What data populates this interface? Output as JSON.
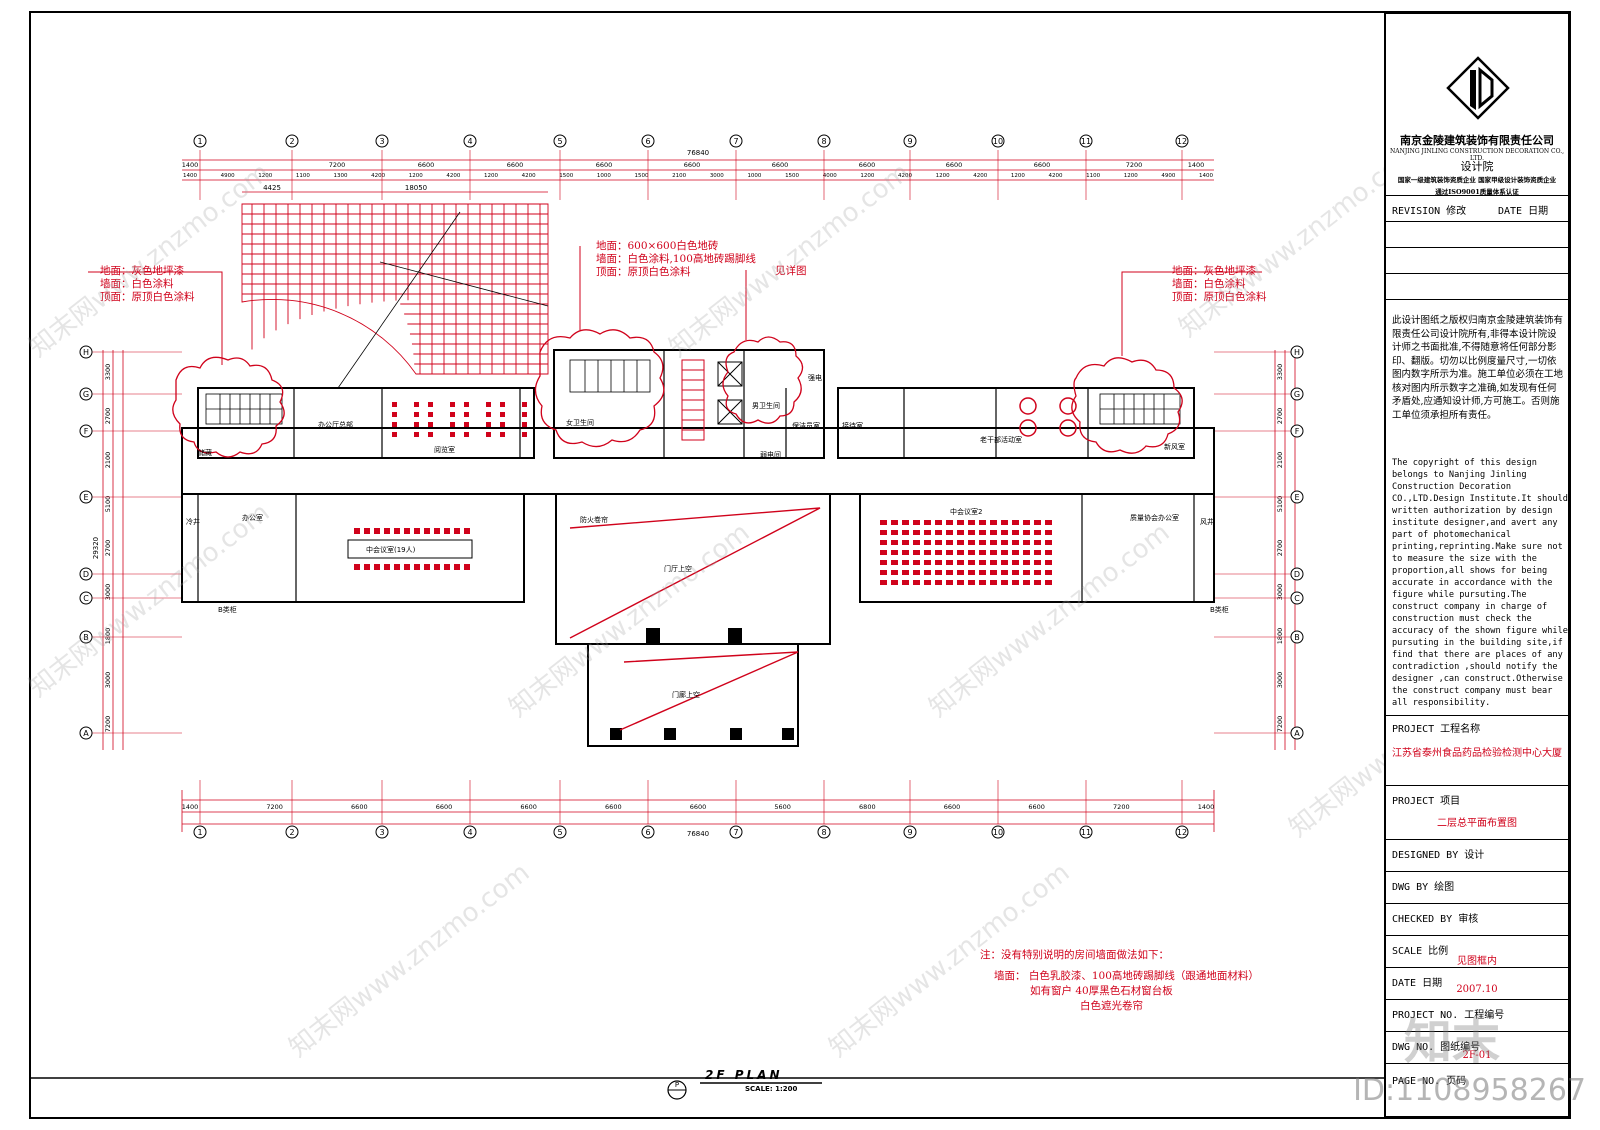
{
  "company": {
    "name_cn": "南京金陵建筑装饰有限责任公司",
    "name_en": "NANJING JINLING CONSTRUCTION DECORATION CO., LTD.",
    "institute": "设计院",
    "qual_line1": "国家一级建筑装饰资质企业  国家甲级设计装饰资质企业",
    "qual_line2": "通过ISO9001质量体系认证"
  },
  "title_block": {
    "revision": "REVISION 修改",
    "date_hdr": "DATE 日期",
    "notice_cn": "此设计图纸之版权归南京金陵建筑装饰有限责任公司设计院所有,非得本设计院设计师之书面批准,不得随意将任何部分影印、翻版。切勿以比例度量尺寸,一切依图内数字所示为准。施工单位必须在工地核对图内所示数字之准确,如发现有任何矛盾处,应通知设计师,方可施工。否则施工单位须承担所有责任。",
    "notice_en": "The copyright of this design belongs to Nanjing Jinling Construction Decoration CO.,LTD.Design Institute.It should written authorization by design institute designer,and avert any part of photomechanical printing,reprinting.Make sure not to measure the size with the proportion,all shows for being accurate in accordance with the figure while pursuting.The construct company in charge of construction must check the accuracy of the shown figure while pursuting in the building site,if find that there are places of any contradiction ,should notify the designer ,can construct.Otherwise the construct company must bear all responsibility.",
    "project_label": "PROJECT 工程名称",
    "project_name": "江苏省泰州食品药品检验检测中心大厦",
    "item_label": "PROJECT 项目",
    "item_name": "二层总平面布置图",
    "designed": "DESIGNED BY 设计",
    "drawn": "DWG BY 绘图",
    "checked": "CHECKED BY 审核",
    "scale_label": "SCALE 比例",
    "scale_value": "见图框内",
    "date_label": "DATE 日期",
    "date_value": "2007.10",
    "projno_label": "PROJECT NO. 工程编号",
    "dwgno_label": "DWG NO. 图纸编号",
    "dwgno_value": "2F-01",
    "page_label": "PAGE NO. 页码"
  },
  "plan": {
    "title": "2F  PLAN",
    "scale": "SCALE: 1:200",
    "badge": "P",
    "total_dim": "76840",
    "grid_cols": [
      "1",
      "2",
      "3",
      "4",
      "5",
      "6",
      "7",
      "8",
      "9",
      "10",
      "11",
      "12"
    ],
    "grid_rows": [
      "H",
      "G",
      "F",
      "E",
      "D",
      "C",
      "B",
      "A"
    ],
    "top_dims": [
      "1400",
      "7200",
      "6600",
      "6600",
      "6600",
      "6600",
      "6600",
      "6600",
      "6600",
      "6600",
      "7200",
      "1400"
    ],
    "top_sub": [
      "1400",
      "4900",
      "1200",
      "1100",
      "1300",
      "4200",
      "1200",
      "4200",
      "1200",
      "4200",
      "1500",
      "1000",
      "1500",
      "2100",
      "3000",
      "1000",
      "1500",
      "4000",
      "1200",
      "4200",
      "1200",
      "4200",
      "1200",
      "4200",
      "1100",
      "1200",
      "4900",
      "1400"
    ],
    "bot_dims": [
      "1400",
      "7200",
      "6600",
      "6600",
      "6600",
      "6600",
      "6600",
      "5600",
      "6800",
      "6600",
      "6600",
      "7200",
      "1400"
    ],
    "top_mid_dim": "18050",
    "top_left_dim": "4425",
    "total_height": "29320",
    "left_dims": [
      "3300",
      "2700",
      "2100",
      "5100",
      "2700",
      "3000",
      "1800",
      "3000",
      "7200"
    ]
  },
  "annotations": {
    "left": [
      "地面：灰色地坪漆",
      "墙面：白色涂料",
      "顶面：原顶白色涂料"
    ],
    "center": [
      "地面：600×600白色地砖",
      "墙面：白色涂料,100高地砖踢脚线",
      "顶面：原顶白色涂料"
    ],
    "detail": "见详图",
    "right": [
      "地面：灰色地坪漆",
      "墙面：白色涂料",
      "顶面：原顶白色涂料"
    ],
    "bottom_title": "注：没有特别说明的房间墙面做法如下：",
    "bottom_lines": [
      "墙面：  白色乳胶漆、100高地砖踢脚线（跟通地面材料）",
      "如有窗户  40厚黑色石材窗台板",
      "白色遮光卷帘"
    ]
  },
  "rooms": {
    "office_lounge": "办公厅总部",
    "reading": "阅览室",
    "female_wc": "女卫生间",
    "male_wc": "男卫生间",
    "cleaning": "保洁员室",
    "reception": "接待室",
    "cadre": "老干部活动室",
    "new_air": "新风室",
    "office_left": "办公室",
    "meeting1": "中会议室(19人)",
    "hall_void": "门厅上空",
    "fire_curtain": "防火卷帘",
    "meeting2": "中会议室2",
    "quality_office": "质量协会办公室",
    "entrance_void": "门廊上空",
    "pipe_well": "B类柜",
    "pipe_well_r": "B类柜",
    "utility": "储藏",
    "shaft": "冷井",
    "water": "风井",
    "elec": "强电",
    "weak": "弱电间"
  },
  "watermarks": {
    "site": "知末网www.znzmo.com",
    "id_text": "ID:1108958267",
    "logo_text": "知末"
  }
}
